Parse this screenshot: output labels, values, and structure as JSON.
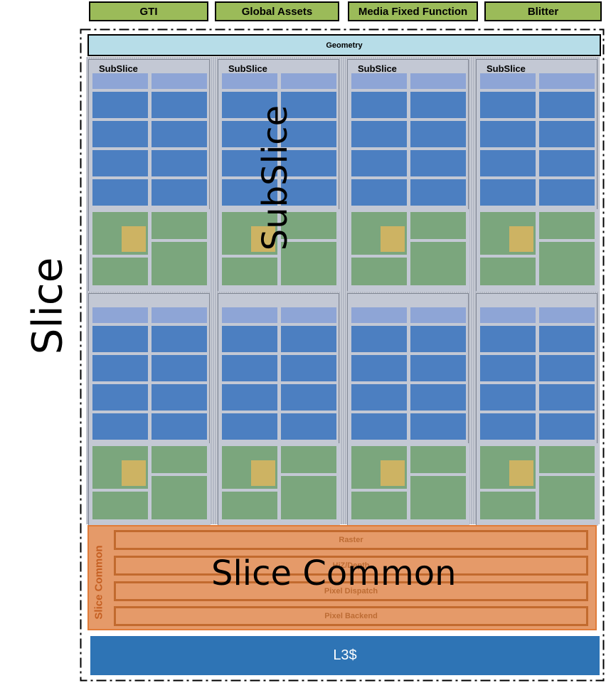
{
  "top_units": [
    "GTI",
    "Global Assets",
    "Media Fixed Function",
    "Blitter"
  ],
  "geometry": "Geometry",
  "subslice_label": "SubSlice",
  "slice_common": {
    "side_label": "Slice Common",
    "bars": [
      "Raster",
      "HiZ/Depth",
      "Pixel Dispatch",
      "Pixel Backend"
    ]
  },
  "l3": "L3$",
  "overlay": {
    "slice": "Slice",
    "subslice": "SubSlice",
    "slice_common": "Slice Common"
  },
  "colors": {
    "top_unit": "#9bbb59",
    "geometry": "#b7dde8",
    "eu": "#4c7fc1",
    "eu_header": "#8ea5d6",
    "green_block": "#7ba67d",
    "sampler": "#cdb363",
    "slice_common": "#e59a69",
    "l3": "#2e74b5"
  }
}
